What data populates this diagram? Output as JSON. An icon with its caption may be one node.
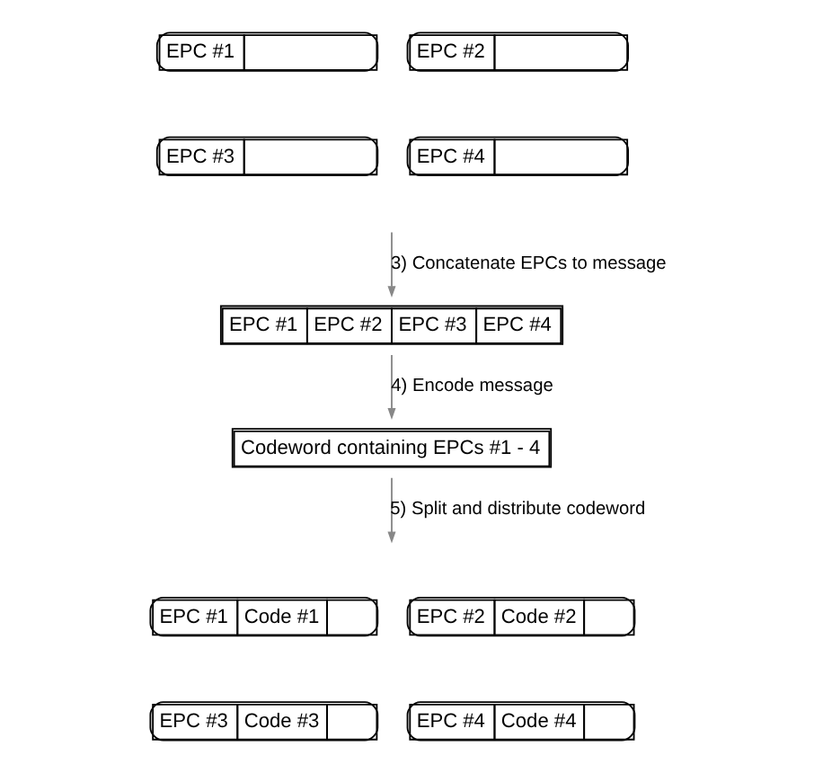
{
  "diagram": {
    "nodes": [
      {
        "text": [
          "EPC #1"
        ]
      },
      {
        "text": [
          "EPC #2"
        ]
      },
      {
        "text": [
          "EPC #3"
        ]
      },
      {
        "text": [
          "EPC #4"
        ]
      },
      {
        "text": [
          "EPC #1",
          "EPC #2",
          "EPC #3",
          "EPC #4"
        ]
      },
      {
        "text": [
          "Codeword containing EPCs #1 - 4"
        ]
      },
      {
        "text": [
          "EPC #1",
          "Code #1"
        ]
      },
      {
        "text": [
          "EPC #2",
          "Code #2"
        ]
      },
      {
        "text": [
          "EPC #3",
          "Code #3"
        ]
      },
      {
        "text": [
          "EPC #4",
          "Code #4"
        ]
      }
    ],
    "edges": [
      {
        "from": null,
        "to": 4,
        "arrow": "to",
        "label": "3) Concatenate EPCs to message"
      },
      {
        "from": 4,
        "to": 5,
        "arrow": "to",
        "label": "4) Encode message"
      },
      {
        "from": 5,
        "to": null,
        "arrow": "to",
        "label": "5) Split and distribute codeword"
      }
    ]
  }
}
